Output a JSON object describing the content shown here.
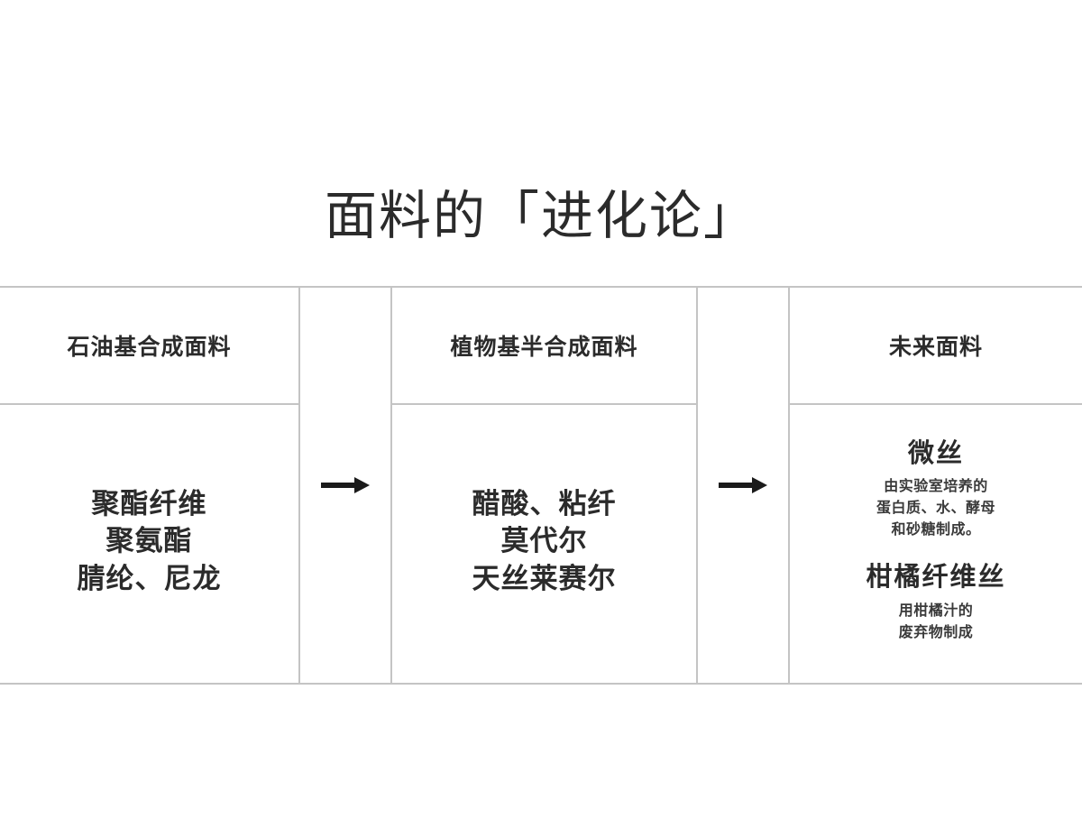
{
  "page": {
    "title": "面料的「进化论」",
    "background_color": "#ffffff",
    "text_color": "#2b2b2b",
    "border_color": "#c4c4c4"
  },
  "diagram": {
    "type": "evolution-flow",
    "stages": [
      {
        "header": "石油基合成面料",
        "items": [
          "聚酯纤维",
          "聚氨酯",
          "腈纶、尼龙"
        ]
      },
      {
        "header": "植物基半合成面料",
        "items": [
          "醋酸、粘纤",
          "莫代尔",
          "天丝莱赛尔"
        ]
      },
      {
        "header": "未来面料",
        "entries": [
          {
            "name": "微丝",
            "desc": [
              "由实验室培养的",
              "蛋白质、水、酵母",
              "和砂糖制成。"
            ]
          },
          {
            "name": "柑橘纤维丝",
            "desc": [
              "用柑橘汁的",
              "废弃物制成"
            ]
          }
        ]
      }
    ],
    "connectors": [
      {
        "icon": "arrow-right-icon"
      },
      {
        "icon": "arrow-right-icon"
      }
    ]
  }
}
